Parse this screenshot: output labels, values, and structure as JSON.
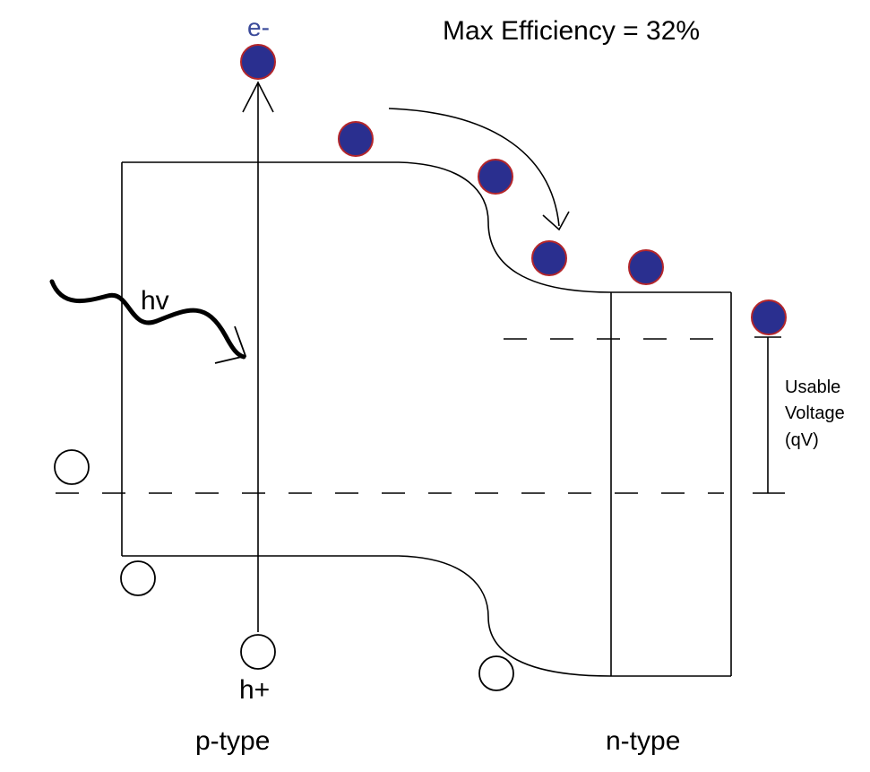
{
  "title": "Max Efficiency = 32%",
  "labels": {
    "electron": "e-",
    "hole": "h+",
    "photon": "hv",
    "p_side": "p-type",
    "n_side": "n-type",
    "voltage_line1": "Usable",
    "voltage_line2": "Voltage",
    "voltage_line3": "(qV)"
  },
  "colors": {
    "electron_fill": "#2a2f8f",
    "electron_outline": "#b3262b",
    "electron_label": "#3a4a9a"
  }
}
